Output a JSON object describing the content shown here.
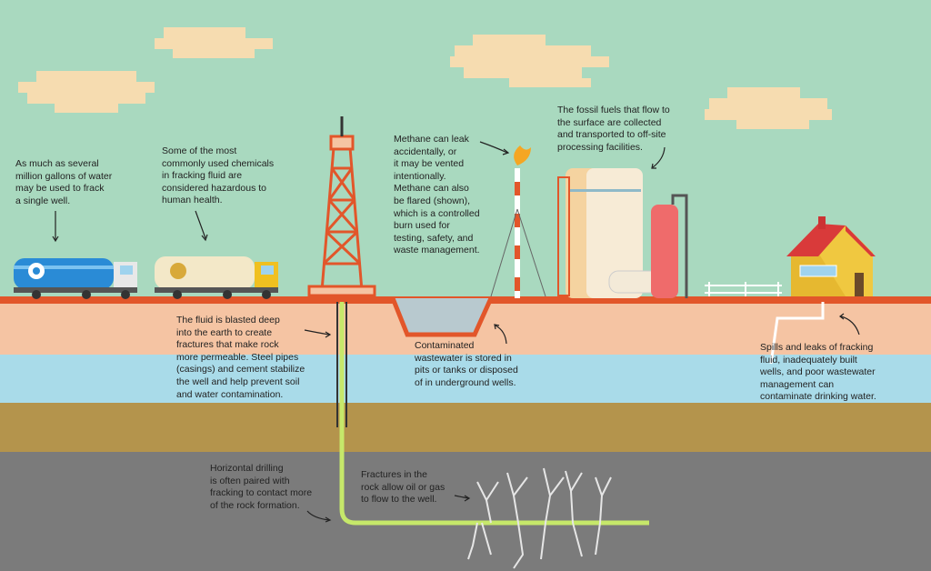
{
  "notes": {
    "water": "As much as several\nmillion gallons of water\nmay be used to frack\na single well.",
    "chemicals": "Some of the most\ncommonly used chemicals\nin fracking fluid are\nconsidered hazardous to\nhuman health.",
    "methane": "Methane can leak\naccidentally, or\nit may be vented\nintentionally.\nMethane can also\nbe flared (shown),\nwhich is a controlled\nburn used for\ntesting, safety, and\nwaste management.",
    "fossil_fuels": "The fossil fuels that flow to\nthe surface are collected\nand transported to off-site\nprocessing facilities.",
    "fluid": "The fluid is blasted deep\ninto the earth to create\nfractures that make rock\nmore permeable. Steel pipes\n(casings) and cement stabilize\nthe well and help prevent soil\nand water contamination.",
    "wastewater": "Contaminated\nwastewater is stored in\npits or tanks or disposed\nof in underground wells.",
    "spills": "Spills and leaks of fracking\nfluid, inadequately built\nwells, and poor wastewater\nmanagement can\ncontaminate drinking water.",
    "horizontal": "Horizontal drilling\nis often paired with\nfracking to contact more\nof the rock formation.",
    "fractures": "Fractures in the\nrock allow oil or gas\nto flow to the well."
  },
  "colors": {
    "sky": "#a9d9bf",
    "ground_line": "#e2562a",
    "soil": "#f5c4a3",
    "aquifer": "#a9dbe9",
    "clay": "#b4944c",
    "shale": "#7b7b7b",
    "pipe": "#c6e86a"
  }
}
